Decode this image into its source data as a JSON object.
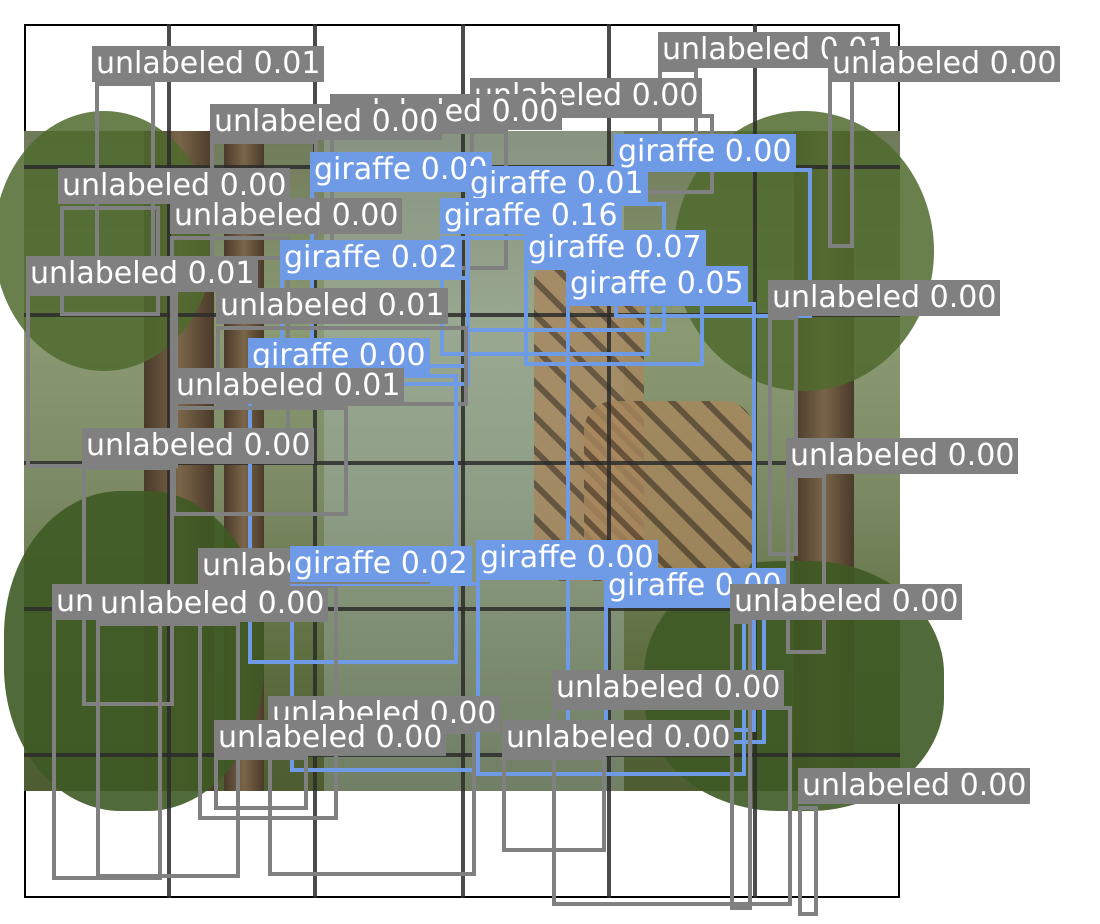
{
  "image": {
    "description_colors": {
      "unlabeled": "#808080",
      "giraffe": "#6f9be6",
      "grid": "#2b2b2b",
      "background": "#ffffff"
    }
  },
  "detections": [
    {
      "text": "unlabeled 0.01",
      "cls": "unlabeled"
    },
    {
      "text": "unlabeled 0.01",
      "cls": "unlabeled"
    },
    {
      "text": "unlabeled 0.00",
      "cls": "unlabeled"
    },
    {
      "text": "unlabeled 0.00",
      "cls": "unlabeled"
    },
    {
      "text": "unlabeled 0.00",
      "cls": "unlabeled"
    },
    {
      "text": "unlabeled 0.00",
      "cls": "unlabeled"
    },
    {
      "text": "giraffe 0.00",
      "cls": "giraffe"
    },
    {
      "text": "giraffe 0.01",
      "cls": "giraffe"
    },
    {
      "text": "giraffe 0.00",
      "cls": "giraffe"
    },
    {
      "text": "unlabeled 0.00",
      "cls": "unlabeled"
    },
    {
      "text": "giraffe 0.16",
      "cls": "giraffe"
    },
    {
      "text": "unlabeled 0.00",
      "cls": "unlabeled"
    },
    {
      "text": "giraffe 0.02",
      "cls": "giraffe"
    },
    {
      "text": "giraffe 0.07",
      "cls": "giraffe"
    },
    {
      "text": "unlabeled 0.01",
      "cls": "unlabeled"
    },
    {
      "text": "giraffe 0.05",
      "cls": "giraffe"
    },
    {
      "text": "unlabeled 0.01",
      "cls": "unlabeled"
    },
    {
      "text": "unlabeled 0.00",
      "cls": "unlabeled"
    },
    {
      "text": "giraffe 0.00",
      "cls": "giraffe"
    },
    {
      "text": "unlabeled 0.01",
      "cls": "unlabeled"
    },
    {
      "text": "unlabeled 0.00",
      "cls": "unlabeled"
    },
    {
      "text": "unlabeled 0.00",
      "cls": "unlabeled"
    },
    {
      "text": "unlabeled 0.00",
      "cls": "unlabeled"
    },
    {
      "text": "giraffe 0.02",
      "cls": "giraffe"
    },
    {
      "text": "giraffe 0.00",
      "cls": "giraffe"
    },
    {
      "text": "giraffe 0.00",
      "cls": "giraffe"
    },
    {
      "text": "unlabeled 0.00",
      "cls": "unlabeled"
    },
    {
      "text": "unlabeled 0.00",
      "cls": "unlabeled"
    },
    {
      "text": "unlabeled 0.00",
      "cls": "unlabeled"
    },
    {
      "text": "unlabeled 0.00",
      "cls": "unlabeled"
    },
    {
      "text": "unlabeled 0.00",
      "cls": "unlabeled"
    },
    {
      "text": "unlabeled 0.00",
      "cls": "unlabeled"
    },
    {
      "text": "unlabeled 0.00",
      "cls": "unlabeled"
    },
    {
      "text": "unlabeled 0.00",
      "cls": "unlabeled"
    }
  ]
}
